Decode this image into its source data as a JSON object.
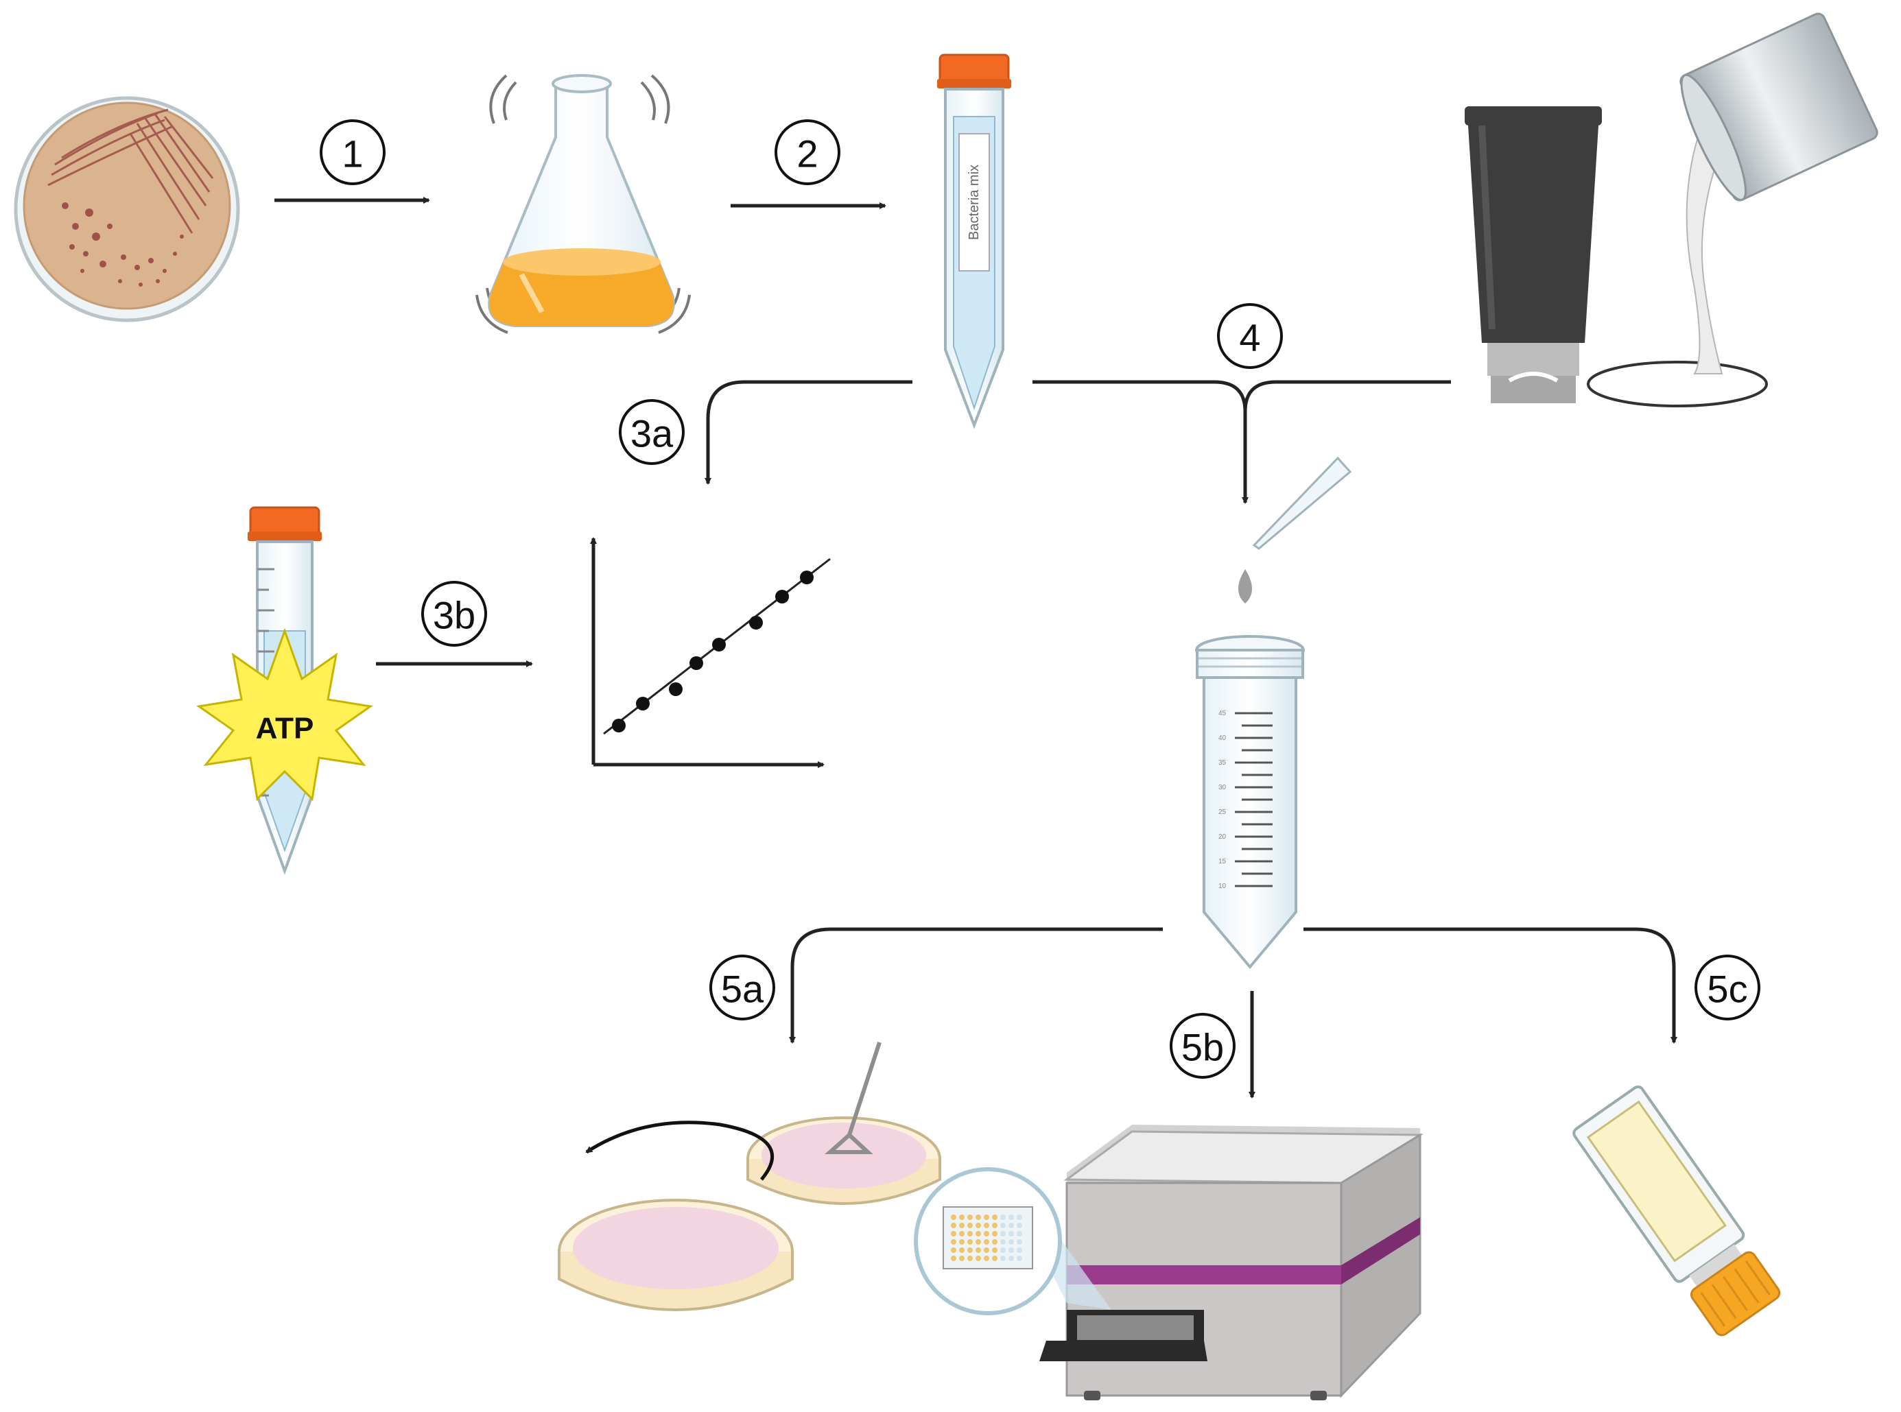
{
  "steps": [
    {
      "id": "1",
      "label": "1"
    },
    {
      "id": "2",
      "label": "2"
    },
    {
      "id": "3a",
      "label": "3a"
    },
    {
      "id": "3b",
      "label": "3b"
    },
    {
      "id": "4",
      "label": "4"
    },
    {
      "id": "5a",
      "label": "5a"
    },
    {
      "id": "5b",
      "label": "5b"
    },
    {
      "id": "5c",
      "label": "5c"
    }
  ],
  "labels": {
    "tube_label": "Bacteria mix",
    "atp_label": "ATP"
  },
  "falcon_graduations": [
    "45",
    "40",
    "35",
    "30",
    "25",
    "20",
    "15",
    "10"
  ],
  "colors": {
    "cap_orange": "#f26a21",
    "agar": "#d9b48f",
    "colony": "#a0524a",
    "broth": "#f7a92a",
    "tube_liquid": "#cfe8f5",
    "lotion_tube": "#3d3d3d",
    "starburst": "#fff056",
    "reader_body": "#c9c6c6",
    "reader_band": "#9b3a8c",
    "plate_pink": "#f2d5e0",
    "swab_cap": "#f5a623"
  },
  "icons": [
    "petri-dish-icon",
    "shaking-flask-icon",
    "bacteria-tube-icon",
    "lotion-tube-icon",
    "beaker-pour-icon",
    "atp-tube-icon",
    "standard-curve-icon",
    "pipette-icon",
    "falcon-tube-icon",
    "spread-plate-icon",
    "plate-reader-icon",
    "swab-tube-icon"
  ]
}
